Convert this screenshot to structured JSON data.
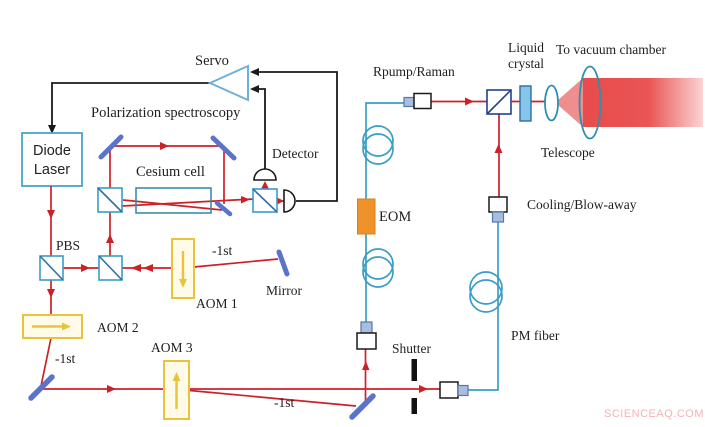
{
  "figure": {
    "type": "optical-setup-schematic",
    "watermark": "SCIENCEAQ.COM"
  },
  "labels": {
    "servo": "Servo",
    "polarization_spectroscopy": "Polarization spectroscopy",
    "diode_laser": "Diode Laser",
    "detector": "Detector",
    "cesium_cell": "Cesium cell",
    "pbs": "PBS",
    "aom1": "AOM 1",
    "aom2": "AOM 2",
    "aom3": "AOM 3",
    "mirror": "Mirror",
    "minus_first_aom1": "-1st",
    "minus_first_aom2": "-1st",
    "minus_first_aom3": "-1st",
    "rpump_raman": "Rpump/Raman",
    "eom": "EOM",
    "shutter": "Shutter",
    "pm_fiber": "PM fiber",
    "liquid_crystal": "Liquid crystal",
    "to_vacuum_chamber": "To vacuum chamber",
    "telescope": "Telescope",
    "cooling_blow_away": "Cooling/Blow-away"
  },
  "colors": {
    "laser_beam": "#cc2127",
    "expanded_beam": "#e95050",
    "fiber": "#3a9dc5",
    "mirror": "#5b74c9",
    "pbs_outline": "#3a9dc5",
    "combiner_pbs_outline": "#23408e",
    "aom_outline": "#e7c43c",
    "aom_fill": "#fffbe8",
    "eom_fill": "#f0922b",
    "liquid_crystal_fill": "#85c6e8",
    "lens_outline": "#2e8fad",
    "wire": "#1a1a1a",
    "watermark": "#f2b3b5"
  }
}
